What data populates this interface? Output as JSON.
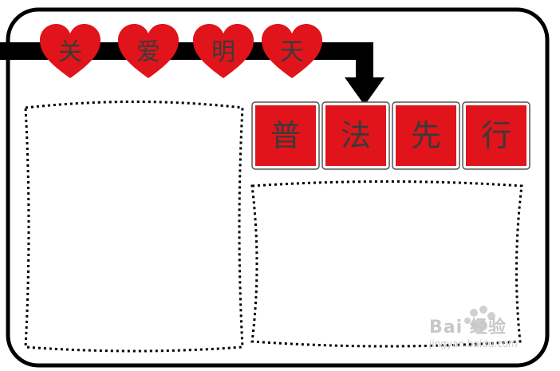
{
  "banner": {
    "hearts": [
      "关",
      "爱",
      "明",
      "天"
    ],
    "tiles": [
      "普",
      "法",
      "先",
      "行"
    ]
  },
  "watermark": {
    "brand": "Bai 经验",
    "url": "jingyan.baidu.com"
  },
  "colors": {
    "accent_red": "#e0141a",
    "frame": "#000000",
    "text": "#3a3a3a"
  },
  "icons": {
    "heart": "heart-icon",
    "arrow": "arrow-down-icon",
    "paw": "paw-icon"
  }
}
